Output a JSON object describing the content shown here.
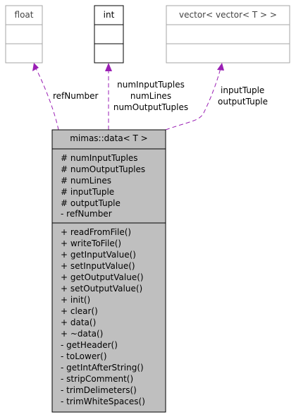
{
  "classes": {
    "float_box": {
      "title": "float"
    },
    "int_box": {
      "title": "int"
    },
    "vector_box": {
      "title": "vector< vector< T > >"
    },
    "main_box": {
      "title": "mimas::data< T >",
      "attributes": [
        "# numInputTuples",
        "# numOutputTuples",
        "# numLines",
        "# inputTuple",
        "# outputTuple",
        "- refNumber"
      ],
      "methods": [
        "+ readFromFile()",
        "+ writeToFile()",
        "+ getInputValue()",
        "+ setInputValue()",
        "+ getOutputValue()",
        "+ setOutputValue()",
        "+ init()",
        "+ clear()",
        "+ data()",
        "+ ~data()",
        "- getHeader()",
        "- toLower()",
        "- getIntAfterString()",
        "- stripComment()",
        "- trimDelimeters()",
        "- trimWhiteSpaces()"
      ]
    }
  },
  "edges": {
    "float_edge": {
      "label": "refNumber"
    },
    "int_edge": {
      "labels": [
        "numInputTuples",
        "numLines",
        "numOutputTuples"
      ]
    },
    "vector_edge": {
      "labels": [
        "inputTuple",
        "outputTuple"
      ]
    }
  },
  "colors": {
    "edge": "#9a1fb4",
    "main_fill": "#bfbfbf",
    "faded_border": "#a6a6a6"
  }
}
